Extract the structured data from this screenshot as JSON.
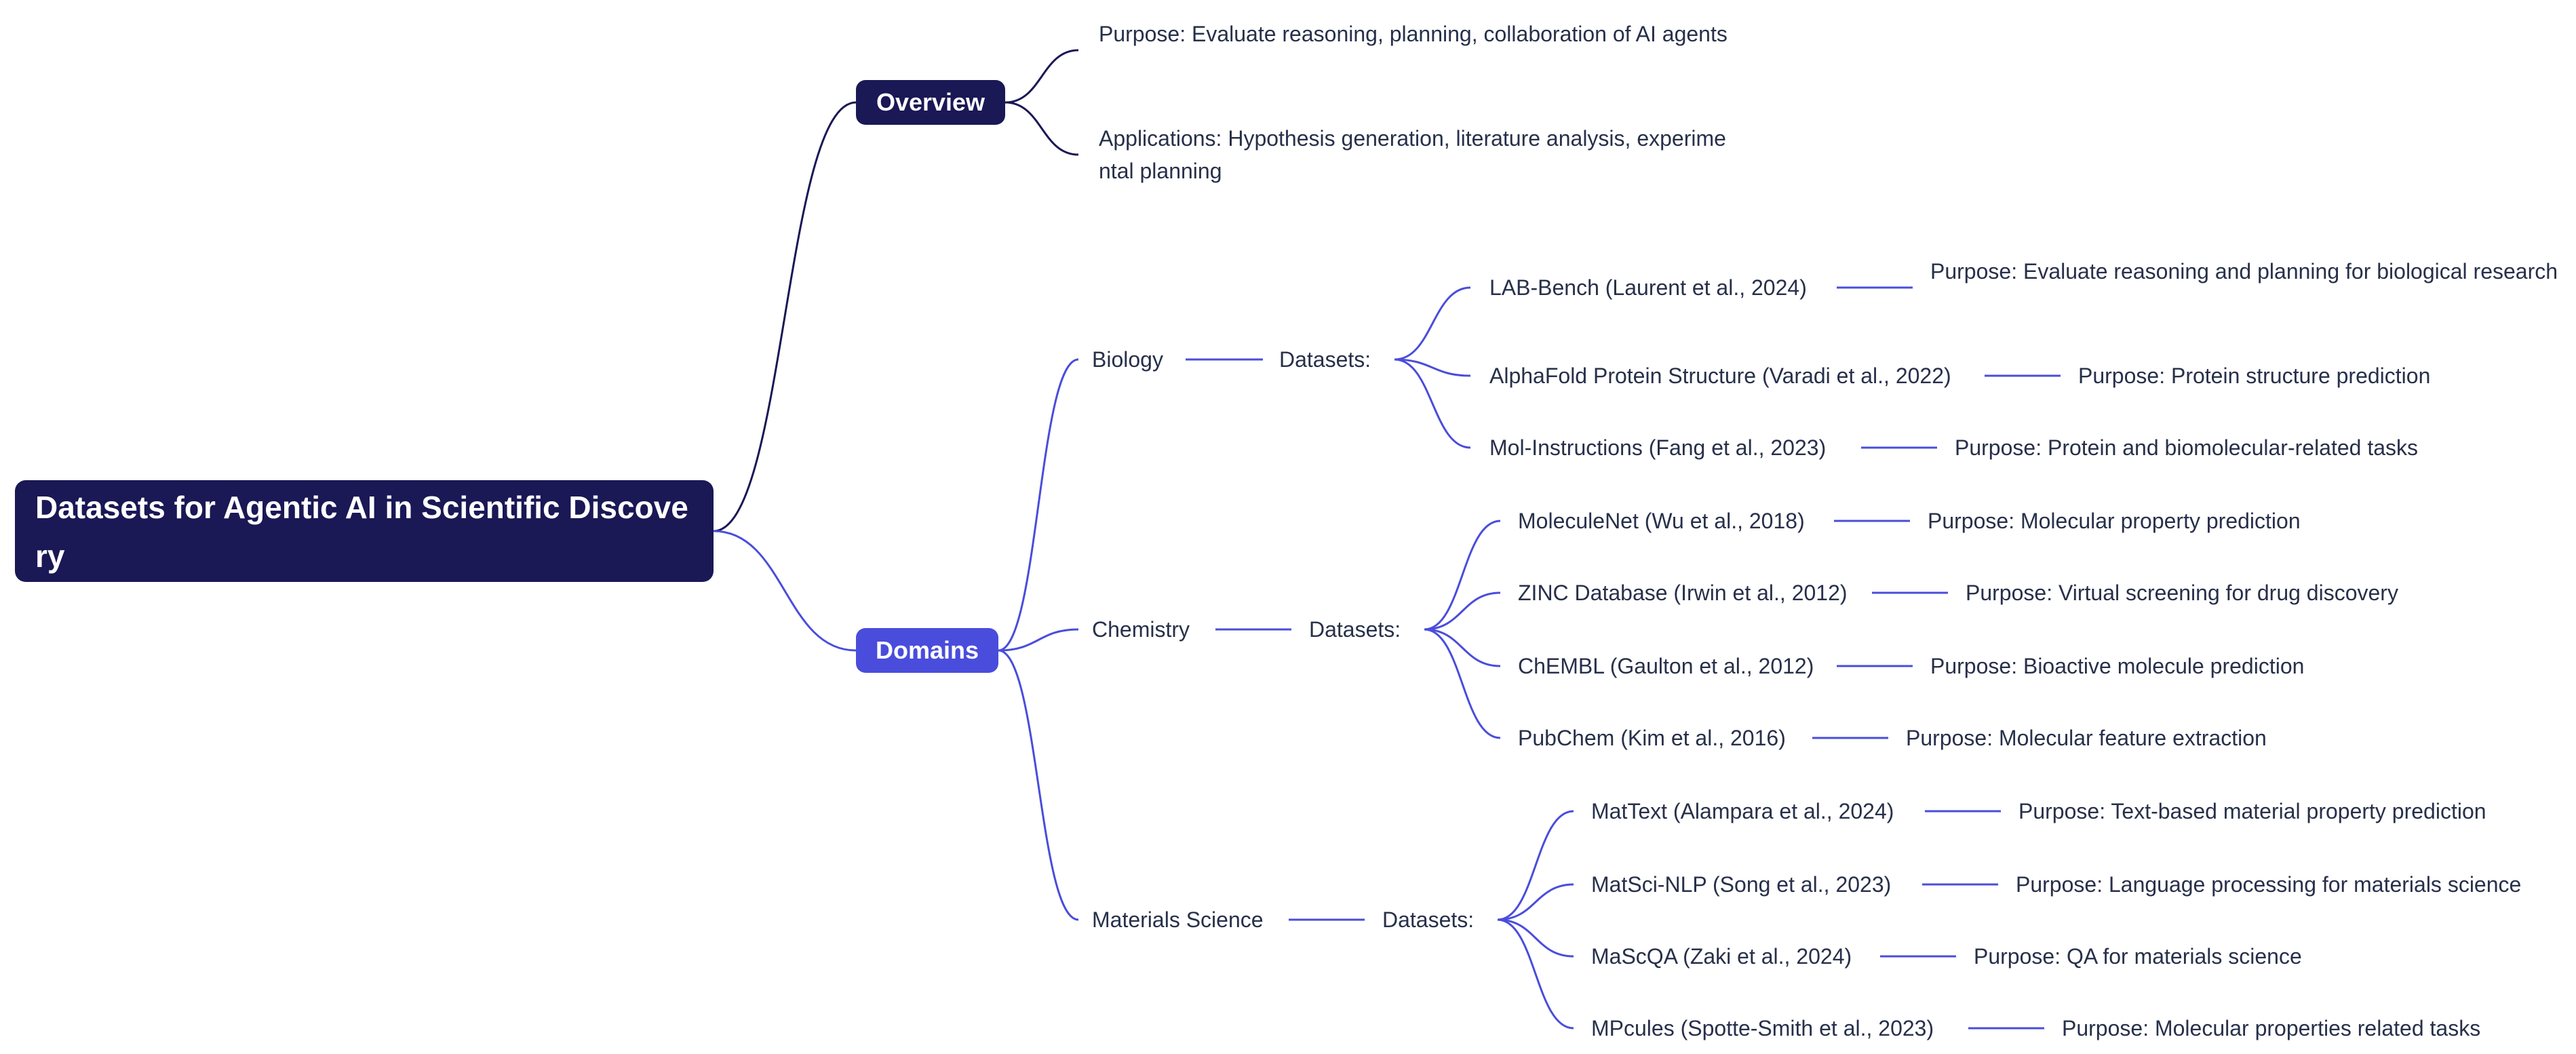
{
  "root": {
    "label": "Datasets for Agentic AI in Scientific Discovery"
  },
  "overview": {
    "label": "Overview",
    "purpose": "Purpose: Evaluate reasoning, planning, collaboration of AI agents",
    "applications": "Applications: Hypothesis generation, literature analysis, experimental planning"
  },
  "domains": {
    "label": "Domains",
    "biology": {
      "label": "Biology",
      "datasets_label": "Datasets:",
      "items": [
        {
          "name": "LAB-Bench (Laurent et al., 2024)",
          "purpose": "Purpose: Evaluate reasoning and planning for biological research"
        },
        {
          "name": "AlphaFold Protein Structure (Varadi et al., 2022)",
          "purpose": "Purpose: Protein structure prediction"
        },
        {
          "name": "Mol-Instructions (Fang et al., 2023)",
          "purpose": "Purpose: Protein and biomolecular-related tasks"
        }
      ]
    },
    "chemistry": {
      "label": "Chemistry",
      "datasets_label": "Datasets:",
      "items": [
        {
          "name": "MoleculeNet (Wu et al., 2018)",
          "purpose": "Purpose: Molecular property prediction"
        },
        {
          "name": "ZINC Database (Irwin et al., 2012)",
          "purpose": "Purpose: Virtual screening for drug discovery"
        },
        {
          "name": "ChEMBL (Gaulton et al., 2012)",
          "purpose": "Purpose: Bioactive molecule prediction"
        },
        {
          "name": "PubChem (Kim et al., 2016)",
          "purpose": "Purpose: Molecular feature extraction"
        }
      ]
    },
    "materials": {
      "label": "Materials Science",
      "datasets_label": "Datasets:",
      "items": [
        {
          "name": "MatText (Alampara et al., 2024)",
          "purpose": "Purpose: Text-based material property prediction"
        },
        {
          "name": "MatSci-NLP (Song et al., 2023)",
          "purpose": "Purpose: Language processing for materials science"
        },
        {
          "name": "MaScQA (Zaki et al., 2024)",
          "purpose": "Purpose: QA for materials science"
        },
        {
          "name": "MPcules (Spotte-Smith et al., 2023)",
          "purpose": "Purpose: Molecular properties related tasks"
        }
      ]
    }
  },
  "colors": {
    "root": "#1a1855",
    "overview": "#1a1855",
    "domains": "#4a4ddb",
    "edge_dark": "#1a1855",
    "edge_blue": "#4a4ddb",
    "text": "#27304a"
  }
}
